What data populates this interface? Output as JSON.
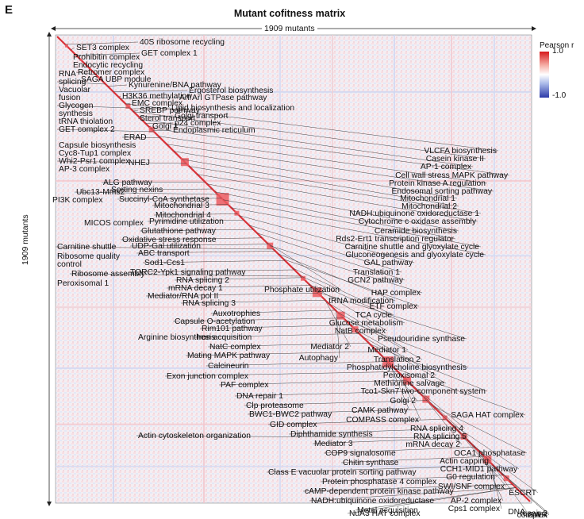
{
  "panel_letter": "E",
  "title": "Mutant cofitness matrix",
  "mutant_count_top": "1909 mutants",
  "mutant_count_left": "1909 mutants",
  "legend": {
    "title": "Pearson r",
    "max": "1.0",
    "min": "-1.0",
    "color_high": "#d7191c",
    "color_mid": "#ffffff",
    "color_low": "#2c3aa8"
  },
  "left_labels": [
    "SET3 complex",
    "Prohibitin complex",
    "Endocytic recycling",
    "Retromer complex",
    "SAGA UBP module",
    "RNA",
    "splicing",
    "Vacuolar",
    "fusion",
    "Glycogen",
    "synthesis",
    "tRNA thiolation",
    "GET complex 2",
    "Capsule biosynthesis",
    "Cyc8-Tup1 complex",
    "Whi2-Psr1 complex",
    "AP-3 complex",
    "NHEJ",
    "Ubc13-Mms2",
    "PI3K complex",
    "MICOS complex",
    "Carnitine shuttle",
    "Ribosome quality",
    "control",
    "Ribosome assembly",
    "Peroxisomal 1",
    "Arginine biosynthesis",
    "Actin cytoskeleton organization"
  ],
  "center_labels": [
    "40S ribosome recycling",
    "GET complex 1",
    "Kynurenine/BNA pathway",
    "Ergosterol biosynthesis",
    "H3K36 methylation",
    "Arf/Arl GTPase pathway",
    "EMC complex",
    "Lipid biosynthesis and localization",
    "SREBP pathway",
    "Golgi transport",
    "Sterol transport",
    "p24 complex",
    "Golgi 1",
    "Endoplasmic reticulum",
    "ERAD",
    "ALG pathway",
    "Sorting nexins",
    "Succinyl-CoA synthetase",
    "Mitochondrial 3",
    "Mitochondrial 4",
    "Pyrimidine utilization",
    "Glutathione pathway",
    "Oxidative stress response",
    "UDP-Gal utilization",
    "ABC transport",
    "Sod1-Ccs1",
    "TORC2-Ypk1 signaling pathway",
    "RNA splicing 2",
    "mRNA decay 1",
    "Mediator/RNA pol II",
    "RNA splicing 3",
    "Auxotrophies",
    "Capsule O-acetylation",
    "Rim101 pathway",
    "Iron acquisition",
    "NatC complex",
    "Mating MAPK pathway",
    "Calcineurin",
    "Exon junction complex",
    "PAF complex",
    "DNA repair 1",
    "Clp proteasome",
    "BWC1-BWC2 pathway",
    "GID complex",
    "Diphthamide synthesis",
    "Mediator 3",
    "COP9 signalosome",
    "Chitin synthase",
    "Class E vacuolar protein sorting pathway",
    "Protein phosphatase 4 complex",
    "cAMP-dependent protein kinase pathway",
    "NADH:ubiquinone oxidoreductase",
    "Metal acquisition",
    "NuA3 HAT complex"
  ],
  "right_labels": [
    "VLCFA biosynthesis",
    "Casein kinase II",
    "AP-1 complex",
    "Cell wall stress MAPK pathway",
    "Protein kinase A regulation",
    "Endosomal sorting pathway",
    "Mitochondrial 1",
    "Mitochondrial 2",
    "NADH:ubiquinone oxidoreductase 1",
    "Cytochrome c oxidase assembly",
    "Ceramide biosynthesis",
    "Rds2-Ert1 transcription regulator",
    "Carnitine shuttle and glyoxylate cycle",
    "Gluconeogenesis and glyoxylate cycle",
    "GAL pathway",
    "Translation 1",
    "GCN2 pathway",
    "Phosphate utilization",
    "HAP complex",
    "tRNA modification",
    "ETF complex",
    "TCA cycle",
    "Glucose metabolism",
    "NatB complex",
    "Pseudouridine synthase",
    "Mediator 2",
    "Mediator 1",
    "Autophagy",
    "Translation 2",
    "Phosphatidylcholine biosynthesis",
    "Peroxisomal 2",
    "Methionine salvage",
    "Tco1-Skn7 two-component system",
    "Golgi 2",
    "CAMK pathway",
    "SAGA HAT complex",
    "COMPASS complex",
    "RNA splicing 4",
    "RNA splicing 5",
    "mRNA decay 2",
    "OCA1 phosphatase",
    "Actin capping",
    "CCH1-MID1 pathway",
    "G0 regulation",
    "SWI/SNF complex",
    "ESCRT",
    "AP-2 complex",
    "Cps1 complex",
    "DNA",
    "repair 2",
    "SWR",
    "complex"
  ]
}
